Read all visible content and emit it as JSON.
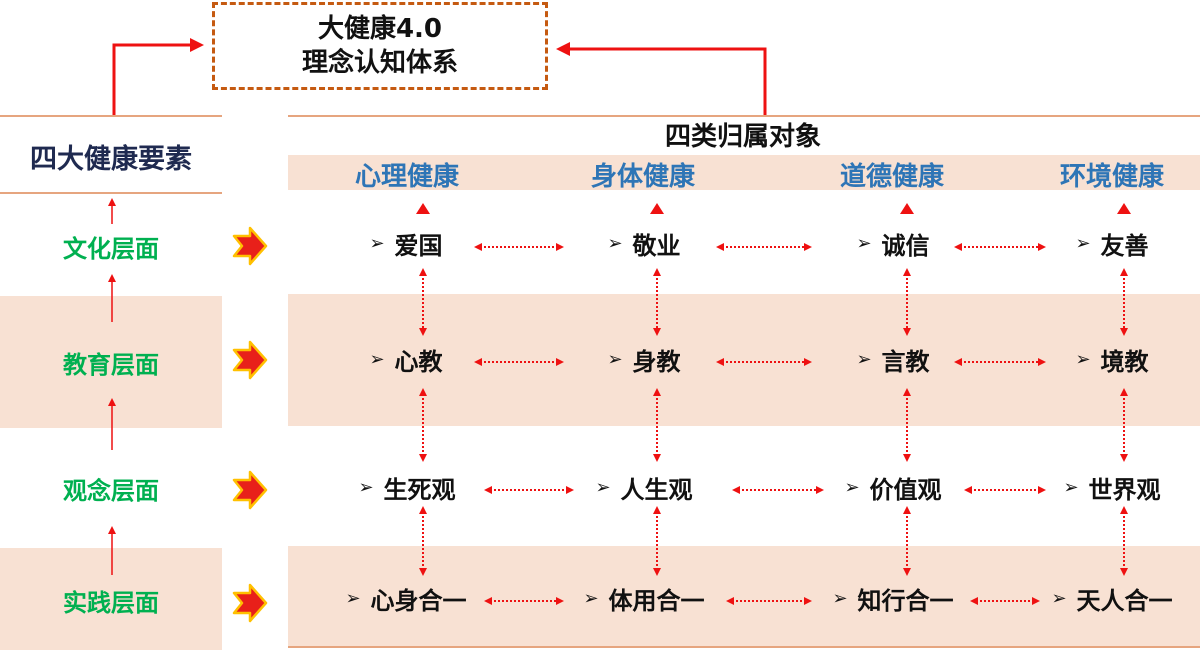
{
  "title": {
    "line1": "大健康4.0",
    "line2": "理念认知体系"
  },
  "left_header": "四大健康要素",
  "right_header": "四类归属对象",
  "columns": [
    "心理健康",
    "身体健康",
    "道德健康",
    "环境健康"
  ],
  "levels": [
    "文化层面",
    "教育层面",
    "观念层面",
    "实践层面"
  ],
  "bullet": "➢",
  "grid": [
    [
      "爱国",
      "敬业",
      "诚信",
      "友善"
    ],
    [
      "心教",
      "身教",
      "言教",
      "境教"
    ],
    [
      "生死观",
      "人生观",
      "价值观",
      "世界观"
    ],
    [
      "心身合一",
      "体用合一",
      "知行合一",
      "天人合一"
    ]
  ],
  "colors": {
    "arrow": "#ee1111",
    "band": "#f8e1d3",
    "border": "#e6a57f",
    "level_text": "#00b050",
    "column_text": "#2e75b6",
    "title_border": "#c55a11"
  }
}
